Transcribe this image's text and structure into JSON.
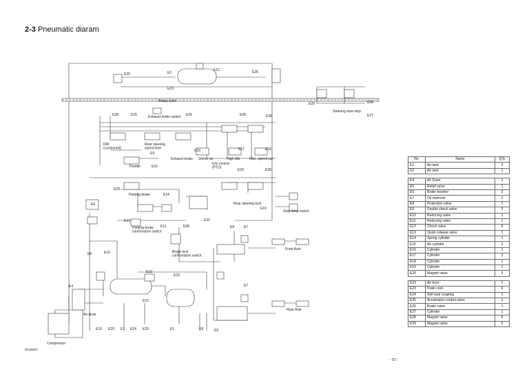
{
  "header": {
    "section": "2-3",
    "title": "Pneumatic diaram"
  },
  "labels": {
    "E29_top": "E29",
    "E2_top": "E2",
    "E12": "E12",
    "E26_top": "E26",
    "E23_top": "E23",
    "rotary_joint": "Rotary joint",
    "E28_r": "E28",
    "E29_r": "E29",
    "steering_slow_stop": "Steering slow stop",
    "E27": "E27",
    "E28_a": "E28",
    "E25": "E25",
    "exhaust_brake_switch": "Exhaust brake switch",
    "E26_b": "E26",
    "E28_b": "E28",
    "E26_c": "E26",
    "dr_sus": "D/R\n(cushioned)",
    "rear_steer": "Rear steering\nspeed limit",
    "E9": "E9",
    "exhaust_brake": "Exhaust brake",
    "E16": "E16",
    "E17": "E17",
    "E18": "E18",
    "shimo_ca": "Shimo ca",
    "high_idle": "High idle",
    "max_speed_cut": "Max. speed cut",
    "eg_control": "E/G control\n(PTO)",
    "throttle": "Throttle",
    "E15": "E15",
    "E20": "E20",
    "E28_c": "E28",
    "E29_d": "E29",
    "parking_brake": "Parking brake",
    "E14": "E14",
    "E6": "E6",
    "rear_steering_lock": "Rear steering lock",
    "E19": "E19",
    "stop_lamp_switch": "Stop lamp switch",
    "E13": "E13",
    "E22": "E22",
    "E11": "E11",
    "E28_d": "E28",
    "parking_confirm": "Parking brake\nconfirmation switch",
    "E8": "E8",
    "E7": "E7",
    "front_axle": "Front Axle",
    "E5": "E5",
    "E10": "E10",
    "brake_lock": "Brake lock\nconfirmation switch",
    "E4": "E4",
    "E10_b": "E10",
    "E23": "E23",
    "E7_b": "E7",
    "E15_b": "E15",
    "air_dryer": "Air dryer",
    "rear_axle": "Rear Axle",
    "compressor": "Compressor",
    "bottom_E10": "E10",
    "bottom_E20": "E20",
    "bottom_E1": "E1",
    "bottom_E24": "E24",
    "bottom_E29": "E29",
    "bottom_E1b": "E1",
    "bottom_E8": "E8",
    "bottom_E9": "E9"
  },
  "parts_table": {
    "headers": [
      "No.",
      "Name",
      "Q'ty"
    ],
    "rows": [
      [
        "E1",
        "Air tank",
        "2"
      ],
      [
        "E2",
        "Air tank",
        "1"
      ],
      [
        "",
        "",
        ""
      ],
      [
        "E4",
        "Air Dryer",
        "1"
      ],
      [
        "E5",
        "Relief valve",
        "1"
      ],
      [
        "E6",
        "Brake booster",
        "2"
      ],
      [
        "E7",
        "Oil reservoir",
        "2"
      ],
      [
        "E8",
        "Protection valve",
        "1"
      ],
      [
        "E9",
        "Double check valve",
        "3"
      ],
      [
        "E10",
        "Reducing valve",
        "1"
      ],
      [
        "E11",
        "Reducing valve",
        "1"
      ],
      [
        "E12",
        "Check valve",
        "6"
      ],
      [
        "E13",
        "Quick release valve",
        "1"
      ],
      [
        "E14",
        "Spring cylinder",
        "1"
      ],
      [
        "E15",
        "Air cylinder",
        "1"
      ],
      [
        "E16",
        "Cylinder",
        "1"
      ],
      [
        "E17",
        "Cylinder",
        "1"
      ],
      [
        "E18",
        "Cylinder",
        "1"
      ],
      [
        "E19",
        "Cylinder",
        "1"
      ],
      [
        "E20",
        "Magnet valve",
        "3"
      ],
      [
        "",
        "",
        ""
      ],
      [
        "E22",
        "Air horn",
        "1"
      ],
      [
        "E23",
        "Drain cock",
        "6"
      ],
      [
        "E24",
        "Self seal coupling",
        "1"
      ],
      [
        "E25",
        "Accelerator control valve",
        "1"
      ],
      [
        "E26",
        "Brake valve",
        "1"
      ],
      [
        "E27",
        "Cylinder",
        "1"
      ],
      [
        "E28",
        "Magnet valve",
        "6"
      ],
      [
        "E29",
        "Magnet valve",
        "2"
      ]
    ]
  },
  "footer": {
    "code": "0K1852S",
    "page": "- 67 -"
  }
}
